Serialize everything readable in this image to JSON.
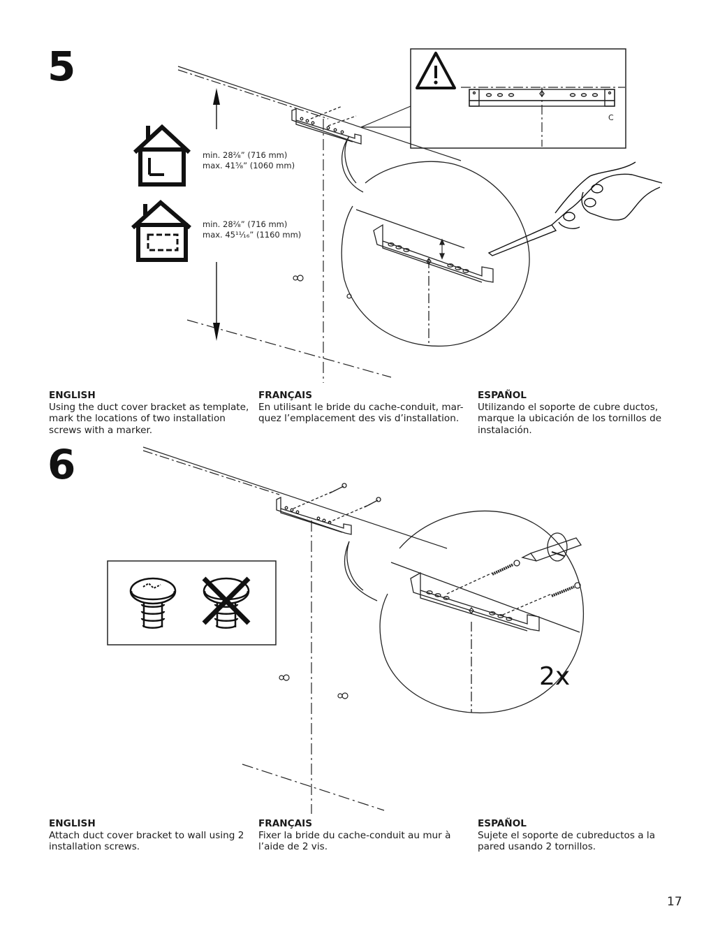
{
  "page_number": "17",
  "steps": [
    {
      "number": "5",
      "dimensions": {
        "ceiling_house": {
          "min": "min. 28²⁄₈” (716 mm)",
          "max": "max. 41⁵⁄₈” (1060 mm)"
        },
        "vaulted_house": {
          "min": "min. 28²⁄₈” (716 mm)",
          "max": "max. 45¹¹⁄₁₆” (1160 mm)"
        }
      },
      "callout_label": "C",
      "instructions": {
        "english": {
          "lang": "ENGLISH",
          "text": "Using the duct cover bracket as template,\nmark the locations of two installation\nscrews with a marker."
        },
        "francais": {
          "lang": "FRANÇAIS",
          "text": "En utilisant le bride du cache-conduit, mar-\nquez l’emplacement des vis d’installation."
        },
        "espanol": {
          "lang": "ESPAÑOL",
          "text": "Utilizando el soporte de cubre ductos,\nmarque la ubicación de los tornillos de\ninstalación."
        }
      }
    },
    {
      "number": "6",
      "quantity": "2x",
      "instructions": {
        "english": {
          "lang": "ENGLISH",
          "text": "Attach duct cover bracket to wall using 2\ninstallation screws."
        },
        "francais": {
          "lang": "FRANÇAIS",
          "text": "Fixer la bride du cache-conduit au mur à\nl’aide de 2 vis."
        },
        "espanol": {
          "lang": "ESPAÑOL",
          "text": "Sujete el soporte de cubreductos a la\npared usando 2 tornillos."
        }
      }
    }
  ]
}
